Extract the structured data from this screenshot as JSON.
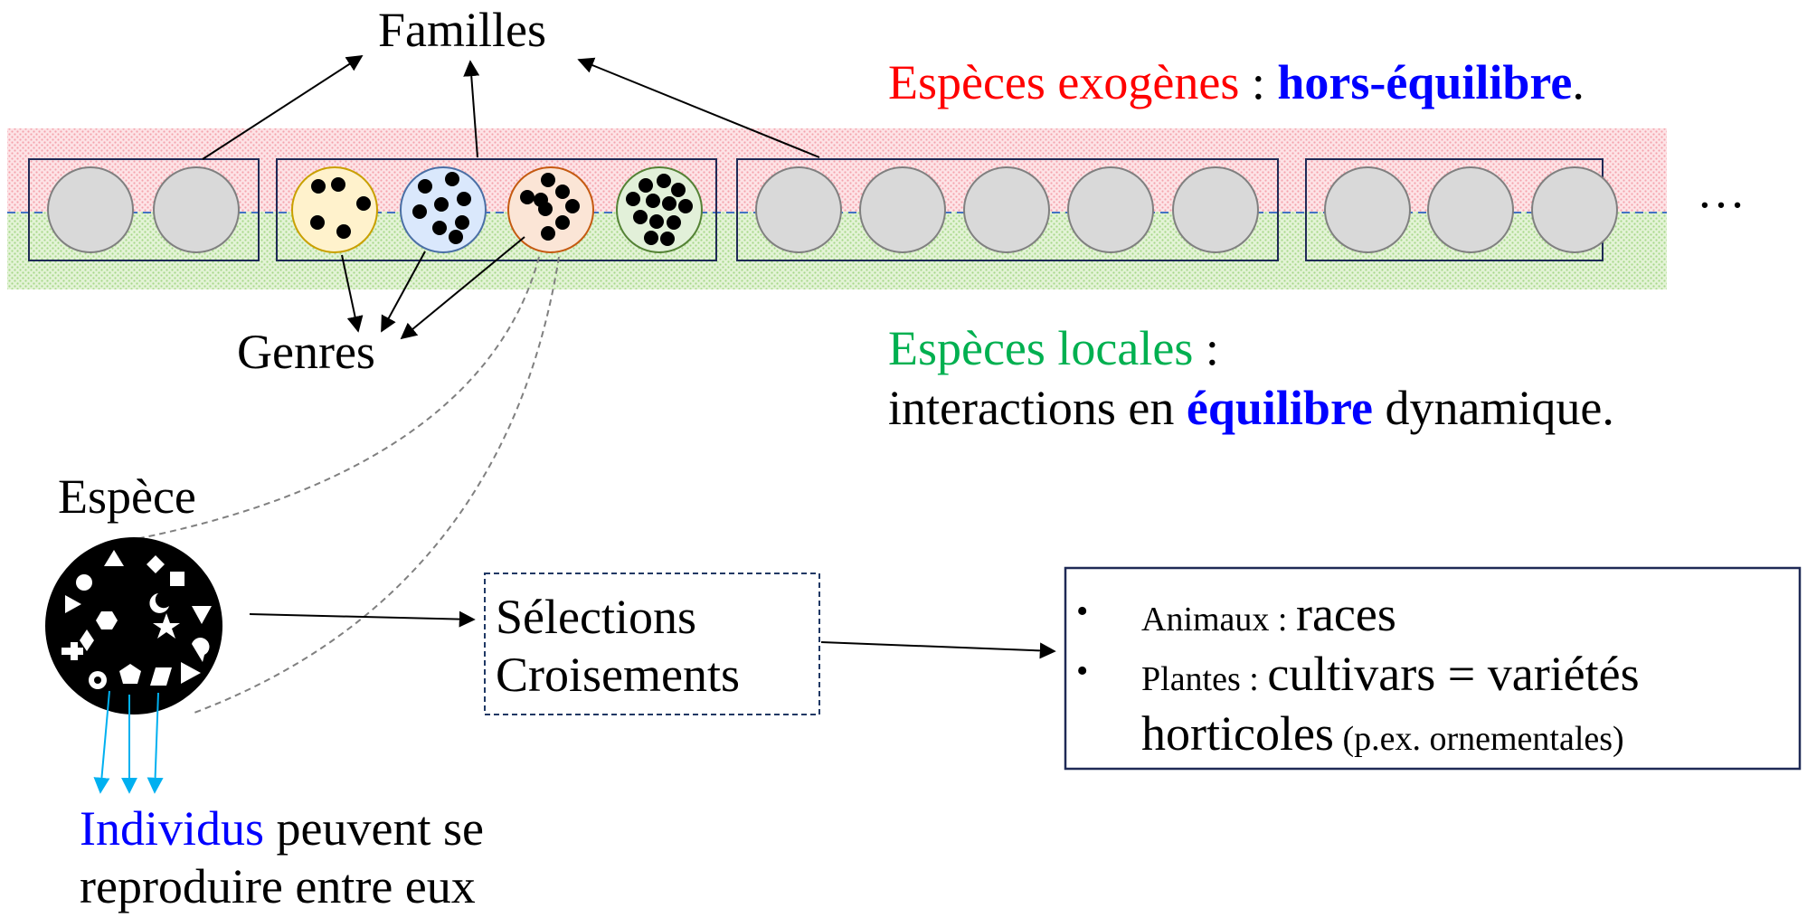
{
  "labels": {
    "familles": "Familles",
    "genres": "Genres",
    "espece": "Espèce",
    "ellipsis": "…"
  },
  "exogenes": {
    "label": "Espèces exogènes",
    "separator": " : ",
    "state": "hors-équilibre",
    "end": "."
  },
  "locales": {
    "label": "Espèces locales",
    "separator": " :",
    "line2_start": "interactions en ",
    "state": "équilibre",
    "line2_end": " dynamique."
  },
  "selection_box": {
    "line1": "Sélections",
    "line2": "Croisements"
  },
  "result_box": {
    "bullet": "•",
    "item1_prefix": "Animaux : ",
    "item1_value": "races",
    "item2_prefix": "Plantes : ",
    "item2_value": "cultivars = variétés",
    "item2_line2": "horticoles",
    "item2_note": " (p.ex. ornementales)"
  },
  "individus": {
    "highlight": "Individus",
    "line1_rest": " peuvent se",
    "line2": "reproduire entre eux"
  },
  "colors": {
    "exogenes": "#ff0000",
    "locales": "#00b050",
    "equilibre": "#0000ff",
    "band_top": "#f9c6cc",
    "band_bottom": "#c5e8b0",
    "genus_yellow": "#fff2cc",
    "genus_blue": "#dae8fc",
    "genus_orange": "#fbe5d6",
    "genus_green": "#e2f0d9",
    "individual_arrows": "#00b0f0"
  }
}
